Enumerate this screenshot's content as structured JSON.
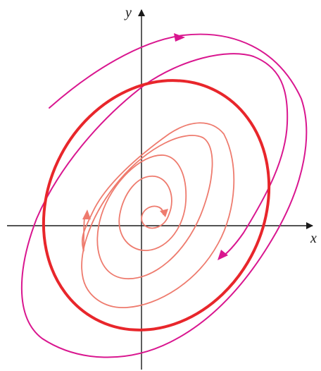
{
  "axes": {
    "x_label": "x",
    "y_label": "y"
  },
  "colors": {
    "axis": "#1a1a1a",
    "outer_trajectory": "#d9168f",
    "limit_cycle": "#e8262b",
    "inner_trajectory": "#ee7b6e"
  },
  "trajectories": [
    {
      "kind": "outer spiral, converging inward toward the limit cycle",
      "color_key": "outer_trajectory"
    },
    {
      "kind": "limit cycle (closed orbit)",
      "color_key": "limit_cycle"
    },
    {
      "kind": "inner spiral, diverging outward toward the limit cycle",
      "color_key": "inner_trajectory"
    }
  ]
}
